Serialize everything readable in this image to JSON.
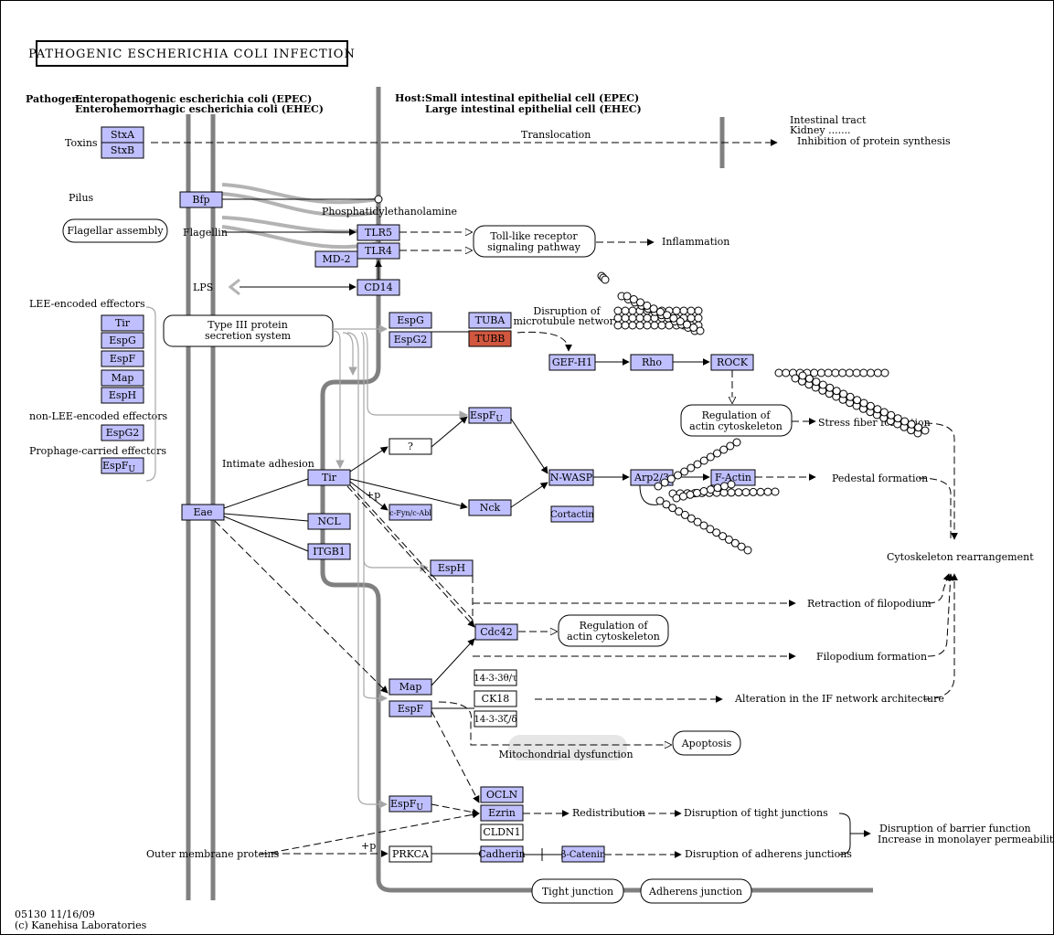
{
  "title": "PATHOGENIC ESCHERICHIA COLI INFECTION",
  "pathogen": {
    "label": "Pathogen:",
    "line1": "Enteropathogenic escherichia coli (EPEC)",
    "line2": "Enterohemorrhagic escherichia coli (EHEC)"
  },
  "host": {
    "label": "Host:",
    "line1": "Small intestinal epithelial cell (EPEC)",
    "line2": "Large intestinal epithelial cell (EHEC)"
  },
  "labels": {
    "toxins": "Toxins",
    "translocation": "Translocation",
    "intestinal_tract": "Intestinal tract",
    "kidney": "Kidney .......",
    "inhibition": "Inhibition of protein synthesis",
    "pilus": "Pilus",
    "phosphatidylethanolamine": "Phosphatidylethanolamine",
    "flagellin": "Flagellin",
    "lps": "LPS",
    "inflammation": "Inflammation",
    "lee_effectors": "LEE-encoded effectors",
    "non_lee_effectors": "non-LEE-encoded effectors",
    "prophage_effectors": "Prophage-carried effectors",
    "microtubule_1": "Disruption of",
    "microtubule_2": "microtubule network",
    "intimate_adhesion": "Intimate adhesion",
    "plus_p_1": "+p",
    "plus_p_2": "+p",
    "stress_fiber": "Stress fiber formation",
    "pedestal": "Pedestal formation",
    "cytoskeleton_rearrangement": "Cytoskeleton rearrangement",
    "retraction": "Retraction of filopodium",
    "filopodium_formation": "Filopodium formation",
    "if_network": "Alteration in the IF network architecture",
    "mitochondrial": "Mitochondrial dysfunction",
    "redistribution": "Redistribution",
    "disruption_tight": "Disruption of tight junctions",
    "disruption_adherens": "Disruption of adherens junctions",
    "barrier_1": "Disruption of barrier function",
    "barrier_2": "Increase in monolayer permeability",
    "outer_membrane": "Outer membrane proteins",
    "footer_1": "05130 11/16/09",
    "footer_2": "(c) Kanehisa Laboratories"
  },
  "pathway_nodes": {
    "flagellar_assembly": "Flagellar assembly",
    "tlr_pathway_1": "Toll-like receptor",
    "tlr_pathway_2": "signaling pathway",
    "t3ss_1": "Type III protein",
    "t3ss_2": "secretion system",
    "reg_actin_1a": "Regulation of",
    "reg_actin_1b": "actin cytoskeleton",
    "reg_actin_2a": "Regulation of",
    "reg_actin_2b": "actin cytoskeleton",
    "apoptosis": "Apoptosis",
    "tight_junction": "Tight junction",
    "adherens_junction": "Adherens junction"
  },
  "genes": {
    "stxa": "StxA",
    "stxb": "StxB",
    "bfp": "Bfp",
    "tlr5": "TLR5",
    "tlr4": "TLR4",
    "md2": "MD-2",
    "cd14": "CD14",
    "tir_list": "Tir",
    "espg_list": "EspG",
    "espf_list": "EspF",
    "map_list": "Map",
    "esph_list": "EspH",
    "espg2_list": "EspG2",
    "espfu_list": "EspF",
    "espg": "EspG",
    "espg2": "EspG2",
    "tuba": "TUBA",
    "tubb": "TUBB",
    "gefh1": "GEF-H1",
    "rho": "Rho",
    "rock": "ROCK",
    "espfu_mid": "EspF",
    "unknown": "?",
    "tir": "Tir",
    "eae": "Eae",
    "ncl": "NCL",
    "itgb1": "ITGB1",
    "cfyn": "c-Fyn/c-Abl",
    "nck": "Nck",
    "nwasp": "N-WASP",
    "cortactin": "Cortactin",
    "arp23": "Arp2/3",
    "factin": "F-Actin",
    "esph": "EspH",
    "cdc42": "Cdc42",
    "map": "Map",
    "espf": "EspF",
    "p1433t": "14-3-3θ/τ",
    "ck18": "CK18",
    "p1433z": "14-3-3ζ/δ",
    "espfu_low": "EspF",
    "ocln": "OCLN",
    "ezrin": "Ezrin",
    "cldn1": "CLDN1",
    "prkca": "PRKCA",
    "cadherin": "Cadherin",
    "bcatenin": "β-Catenin",
    "sub_u": "U"
  },
  "colors": {
    "gene_fill": "#bfbfff",
    "highlight_fill": "#d1573f",
    "membrane": "#808080",
    "secretion_arrow": "#a6a6a6"
  }
}
